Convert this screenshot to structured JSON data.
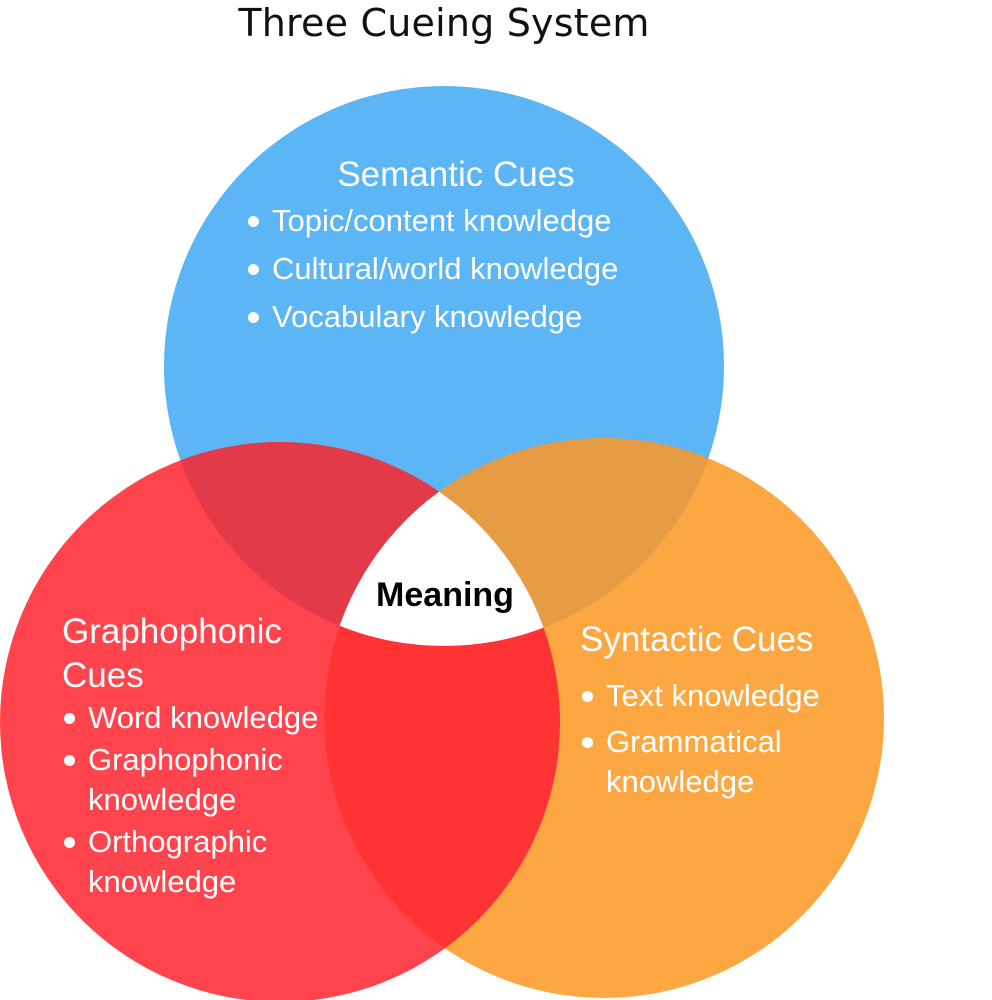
{
  "title": "Three Cueing System",
  "colors": {
    "semantic_circle": "#5CB5F5",
    "graphophonic_circle": "#FF444D",
    "syntactic_circle": "#FDA743",
    "overlap_semantic_graphophonic": "#E33A4A",
    "overlap_semantic_syntactic": "#E69B45",
    "overlap_graphophonic_syntactic": "#FF3333",
    "center": "#FFFFFF",
    "label_text": "#FFFFFF",
    "center_text": "#000000"
  },
  "circles": {
    "semantic": {
      "heading": "Semantic Cues",
      "items": [
        "Topic/content knowledge",
        "Cultural/world knowledge",
        "Vocabulary knowledge"
      ]
    },
    "graphophonic": {
      "heading_line1": "Graphophonic",
      "heading_line2": "Cues",
      "items": [
        "Word knowledge",
        "Graphophonic knowledge",
        "Orthographic knowledge"
      ]
    },
    "syntactic": {
      "heading": "Syntactic Cues",
      "items": [
        "Text knowledge",
        "Grammatical knowledge"
      ]
    }
  },
  "center_label": "Meaning"
}
